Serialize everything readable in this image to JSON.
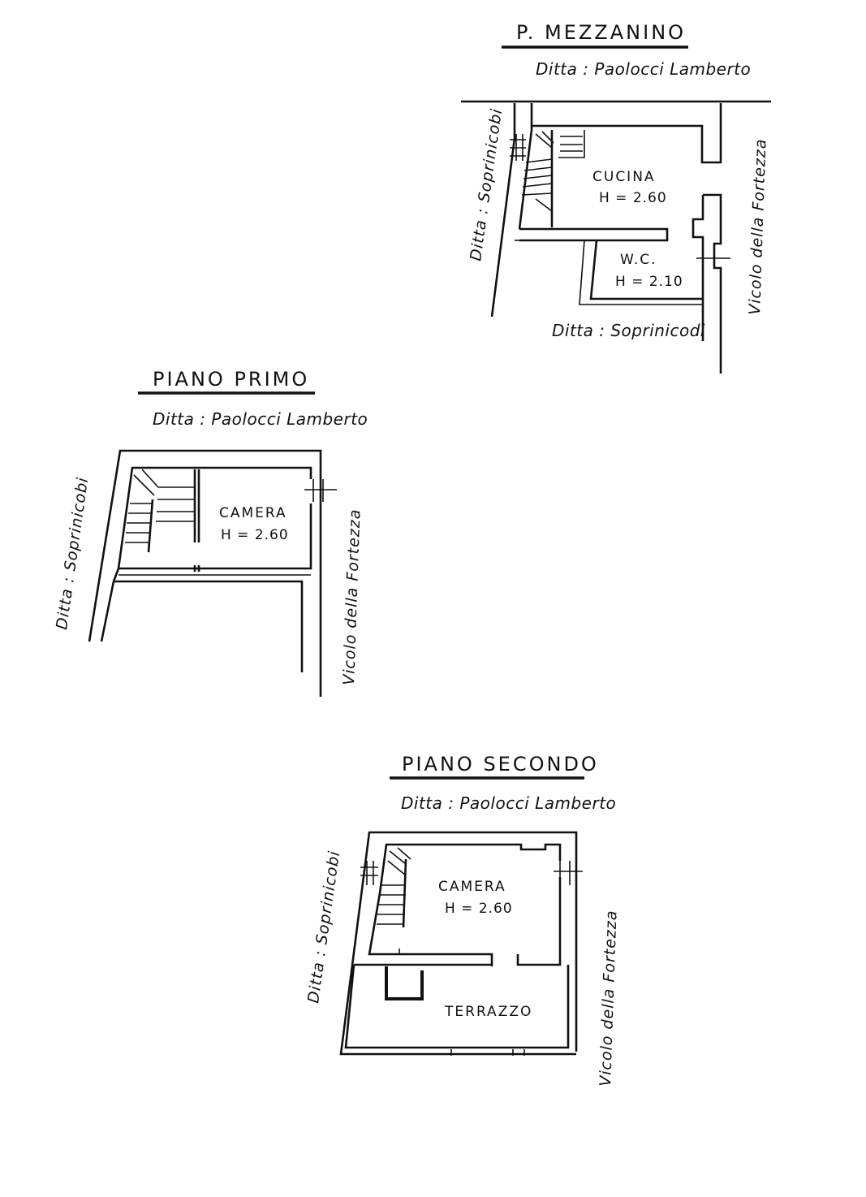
{
  "plans": {
    "mezzanino": {
      "title": "P. MEZZANINO",
      "owner": "Ditta : Paolocci Lamberto",
      "left_neighbor": "Ditta : Soprinicobi",
      "bottom_neighbor": "Ditta : Soprinicodi",
      "street": "Vicolo della Fortezza",
      "rooms": [
        {
          "name": "CUCINA",
          "height": "H = 2.60"
        },
        {
          "name": "W.C.",
          "height": "H = 2.10"
        }
      ]
    },
    "primo": {
      "title": "PIANO PRIMO",
      "owner": "Ditta : Paolocci Lamberto",
      "left_neighbor": "Ditta : Soprinicobi",
      "street": "Vicolo della Fortezza",
      "rooms": [
        {
          "name": "CAMERA",
          "height": "H = 2.60"
        }
      ]
    },
    "secondo": {
      "title": "PIANO SECONDO",
      "owner": "Ditta : Paolocci Lamberto",
      "left_neighbor": "Ditta : Soprinicobi",
      "street": "Vicolo della Fortezza",
      "rooms": [
        {
          "name": "CAMERA",
          "height": "H = 2.60"
        },
        {
          "name": "TERRAZZO"
        }
      ]
    }
  }
}
